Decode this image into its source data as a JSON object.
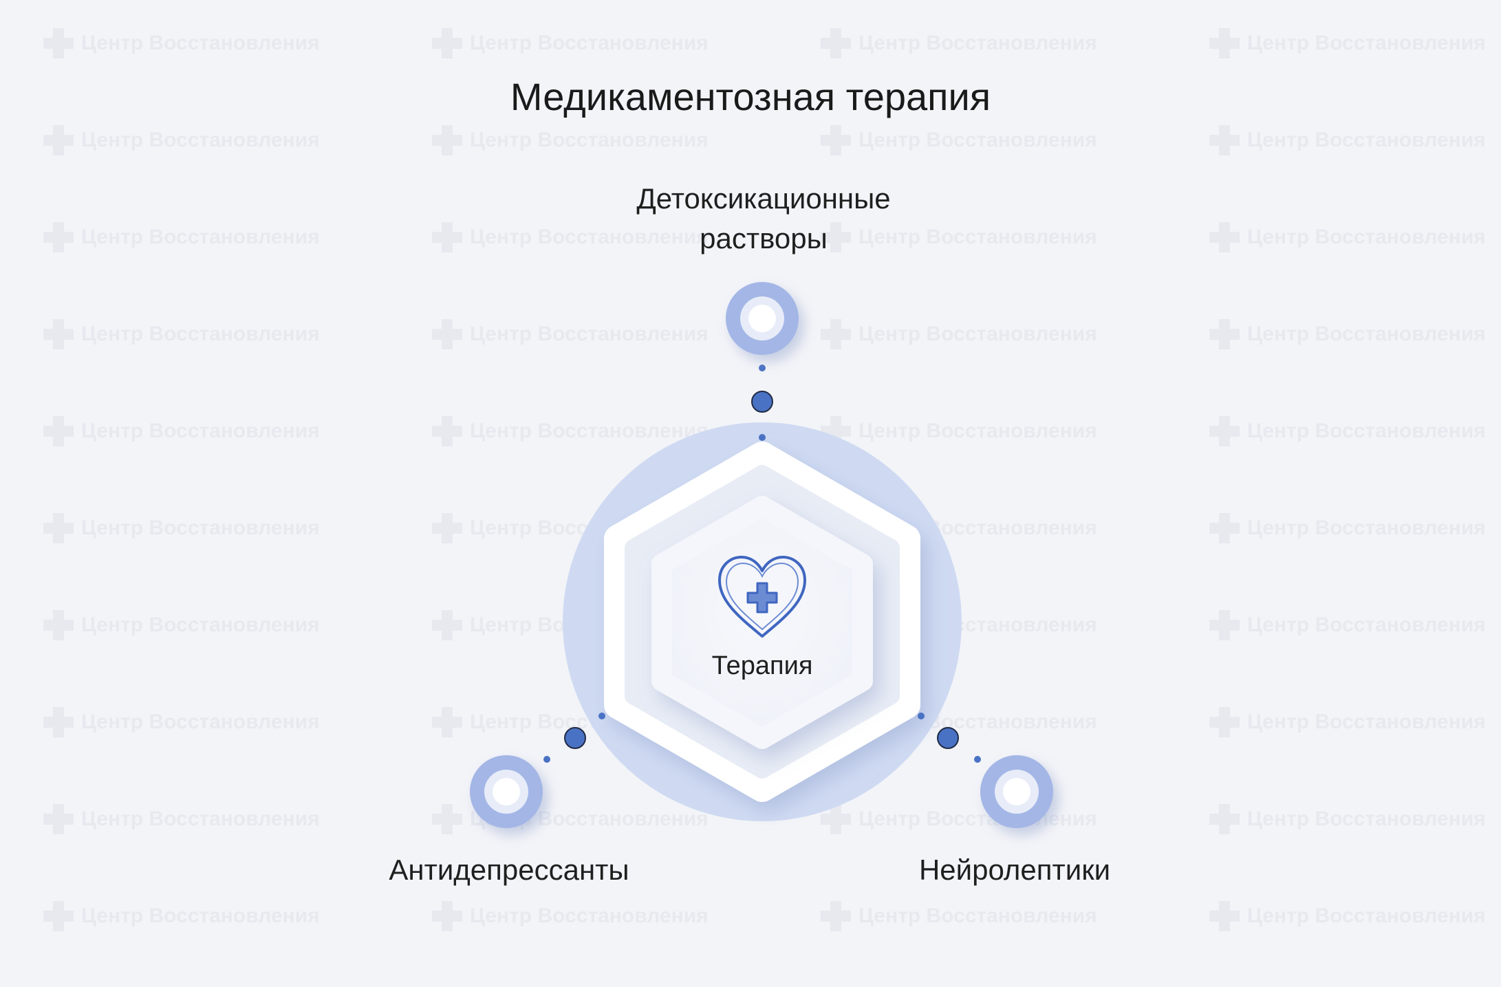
{
  "title": "Медикаментозная терапия",
  "watermark_text": "Центр Восстановления",
  "center": {
    "label": "Терапия",
    "icon": "heart-cross-icon"
  },
  "nodes": {
    "top": {
      "label_lines": [
        "Детоксикационные",
        "растворы"
      ]
    },
    "left": {
      "label": "Антидепрессанты"
    },
    "right": {
      "label": "Нейролептики"
    }
  },
  "colors": {
    "background": "#f3f4f8",
    "outer_circle": "#cfdaf2",
    "node_ring": "#a3b6e6",
    "accent_dot": "#4a72c4",
    "icon_stroke": "#3f66c0"
  }
}
